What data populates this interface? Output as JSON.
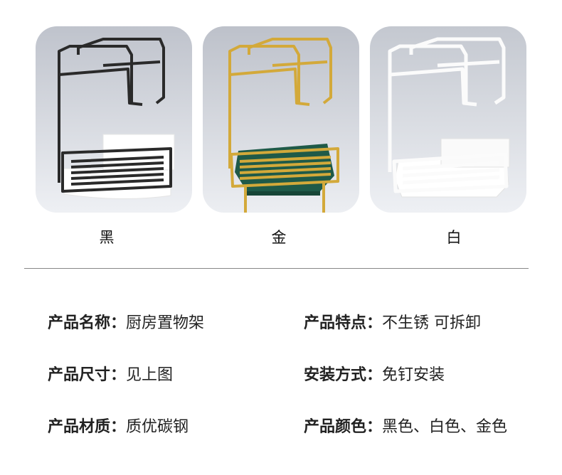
{
  "colors": {
    "black": {
      "label": "黑",
      "rack": "#2a2a2a",
      "tray": "#ffffff",
      "bg_from": "#c9ccd4",
      "bg_to": "#eef0f4"
    },
    "gold": {
      "label": "金",
      "rack": "#d3a93a",
      "tray": "#1f5a48",
      "bg_from": "#c7cad2",
      "bg_to": "#eceef2"
    },
    "white": {
      "label": "白",
      "rack": "#f8f8f8",
      "tray": "#ffffff",
      "bg_from": "#cfd3da",
      "bg_to": "#eef0f4"
    }
  },
  "specs": {
    "name": {
      "key": "产品名称：",
      "value": "厨房置物架"
    },
    "feature": {
      "key": "产品特点：",
      "value": "不生锈 可拆卸"
    },
    "size": {
      "key": "产品尺寸：",
      "value": "见上图"
    },
    "install": {
      "key": "安装方式：",
      "value": "免钉安装"
    },
    "material": {
      "key": "产品材质：",
      "value": "质优碳钢"
    },
    "color": {
      "key": "产品颜色：",
      "value": "黑色、白色、金色"
    }
  }
}
